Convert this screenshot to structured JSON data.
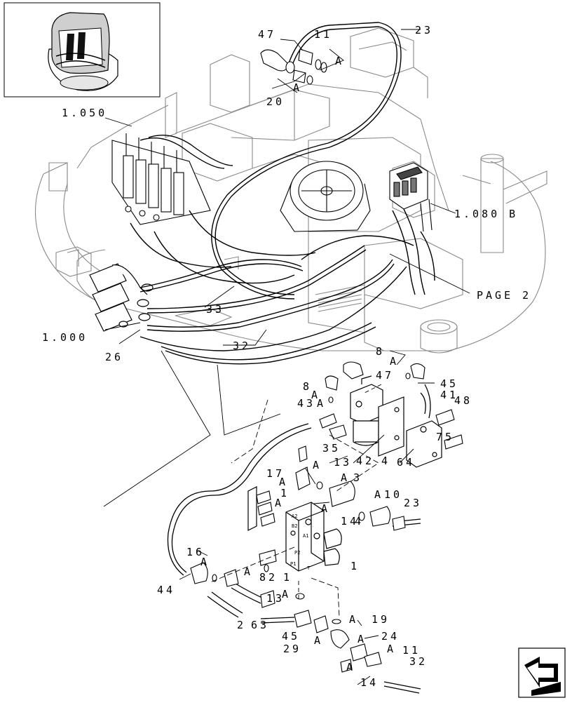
{
  "diagram": {
    "refs": {
      "r1050": "1.050",
      "r1080b": "1.080 B",
      "page2": "PAGE 2",
      "r1000": "1.000",
      "n47": "47",
      "n11a": "11",
      "n23a": "23",
      "n20": "20",
      "n33": "33",
      "n32": "32",
      "n26": "26",
      "n8a": "8",
      "n47b": "47",
      "n45a": "45",
      "n41": "41",
      "n48": "48",
      "n8b": "8",
      "n43": "43",
      "n75": "75",
      "n35": "35",
      "n42": "42",
      "n4": "4",
      "n64": "64",
      "n13a": "13",
      "n17": "17",
      "n3": "3",
      "n1a": "1",
      "n10": "10",
      "n23b": "23",
      "n14a": "14",
      "n4b": "4",
      "n16": "16",
      "n1b": "1",
      "n44": "44",
      "n82": "82",
      "n1c": "1",
      "n13b": "13",
      "n2": "2",
      "n63": "63",
      "n19": "19",
      "n45b": "45",
      "n24": "24",
      "n29": "29",
      "n11b": "11",
      "n32b": "32",
      "n14b": "14"
    },
    "letters": {
      "A": "A"
    },
    "port_labels": {
      "a2": "A2",
      "b2": "B2",
      "a1": "A1",
      "p2": "P2",
      "p1": "P1",
      "t": "T"
    }
  }
}
